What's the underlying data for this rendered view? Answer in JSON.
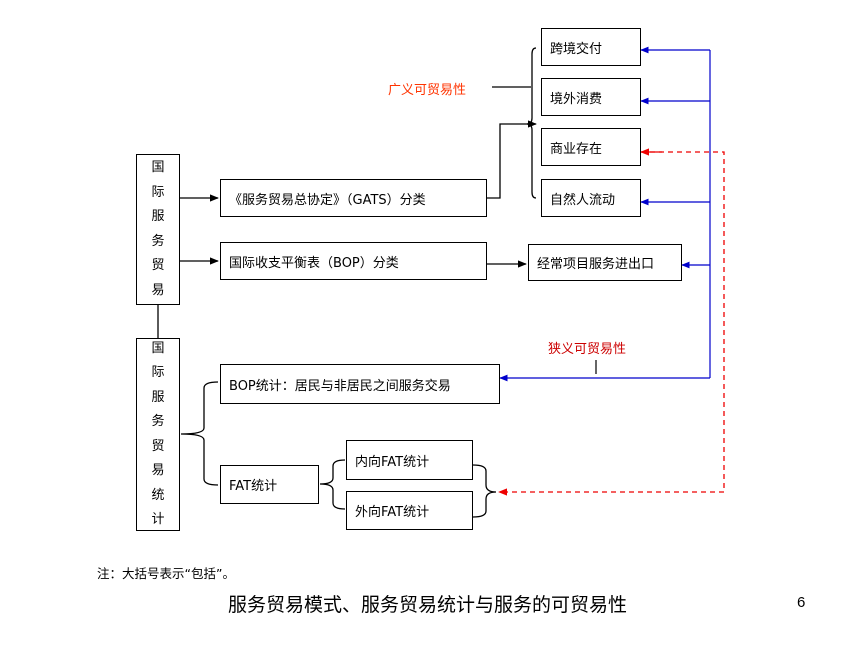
{
  "colors": {
    "broad_label": "#ff3300",
    "narrow_label": "#cc0000",
    "blue_arrow": "#0000cc",
    "red_arrow": "#ee0000"
  },
  "left_box_trade": {
    "chars": [
      "国",
      "际",
      "服",
      "务",
      "贸",
      "易"
    ]
  },
  "left_box_stats": {
    "chars": [
      "国",
      "际",
      "服",
      "务",
      "贸",
      "易",
      "统",
      "计"
    ]
  },
  "gats_box": "《服务贸易总协定》（GATS）分类",
  "bop_class_box": "国际收支平衡表（BOP）分类",
  "current_account_box": "经常项目服务进出口",
  "modes": [
    "跨境交付",
    "境外消费",
    "商业存在",
    "自然人流动"
  ],
  "broad_tradability": "广义可贸易性",
  "narrow_tradability": "狭义可贸易性",
  "bop_stats_box": "BOP统计：居民与非居民之间服务交易",
  "fat_box": "FAT统计",
  "inward_fat": "内向FAT统计",
  "outward_fat": "外向FAT统计",
  "note": "注：大括号表示“包括”。",
  "title": "服务贸易模式、服务贸易统计与服务的可贸易性",
  "page_number": "6"
}
